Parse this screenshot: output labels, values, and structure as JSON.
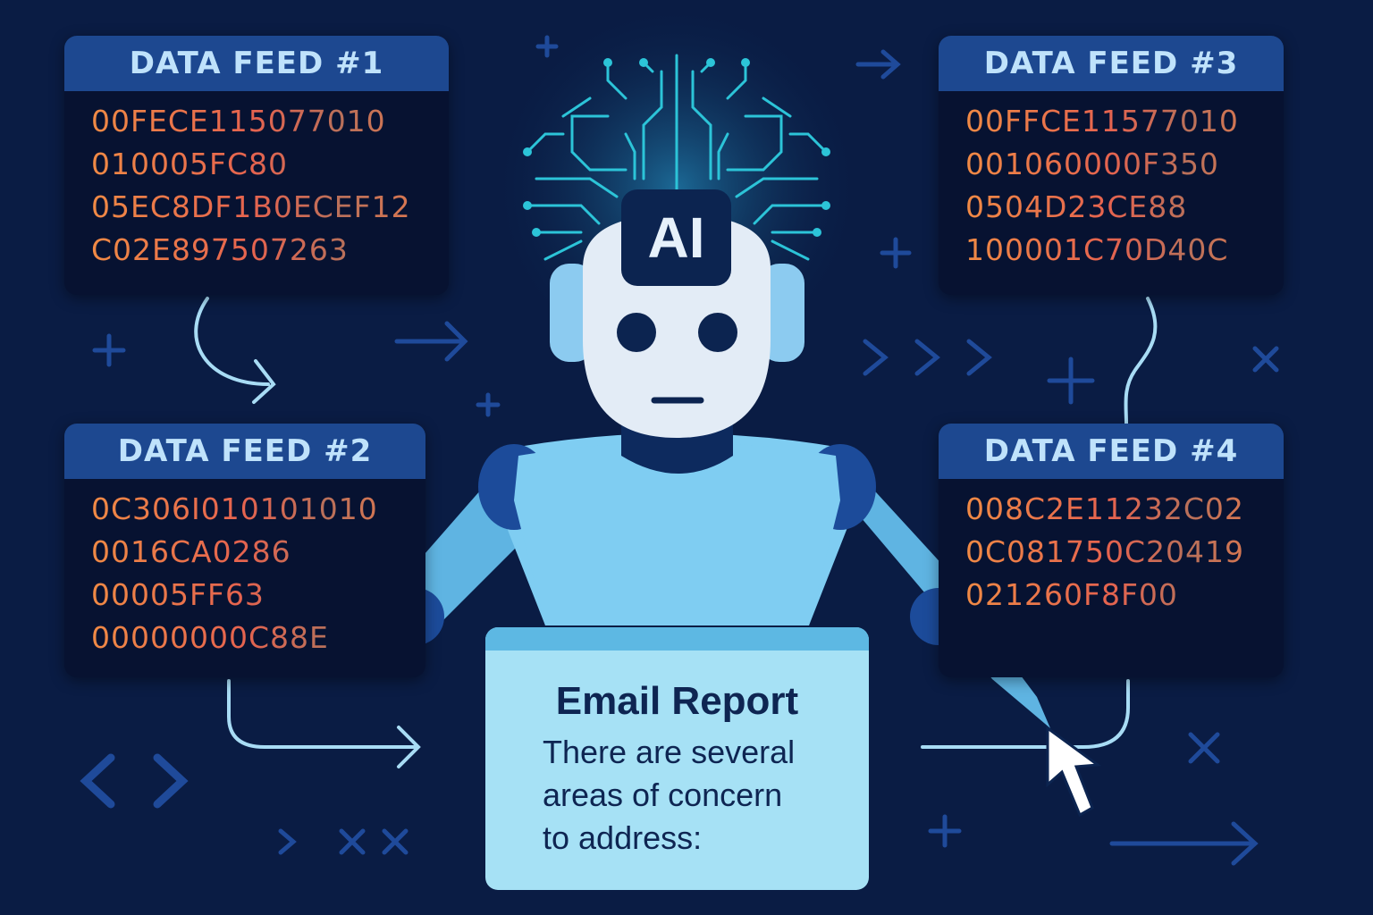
{
  "feeds": [
    {
      "title": "DATA FEED #1",
      "lines": [
        "00FECE115077010",
        "010005FC80",
        "05EC8DF1B0ECEF12",
        "C02E897507263"
      ]
    },
    {
      "title": "DATA FEED #2",
      "lines": [
        "0C306I010101010",
        "0016CA0286",
        "00005FF63",
        "00000000C88E"
      ]
    },
    {
      "title": "DATA FEED #3",
      "lines": [
        "00FFCE11577010",
        "001060000F350",
        "0504D23CE88",
        "100001C70D40C"
      ]
    },
    {
      "title": "DATA FEED #4",
      "lines": [
        "008C2E11232C02",
        "0C081750C20419",
        "021260F8F00"
      ]
    }
  ],
  "robot": {
    "badge": "AI"
  },
  "email": {
    "title": "Email Report",
    "body": [
      "There are several",
      "areas of concern",
      "to address:"
    ]
  },
  "colors": {
    "background": "#0a1c44",
    "panel_header": "#1d4890",
    "hex_text": "#e9844b",
    "circuit": "#2cc4d8",
    "robot_body": "#7fcdf2",
    "email_box": "#a6e1f5"
  },
  "icons": [
    "plus-icon",
    "arrow-right-icon",
    "chevron-right-icon",
    "x-icon",
    "code-brackets-icon",
    "mouse-cursor-icon",
    "circuit-brain-icon"
  ]
}
